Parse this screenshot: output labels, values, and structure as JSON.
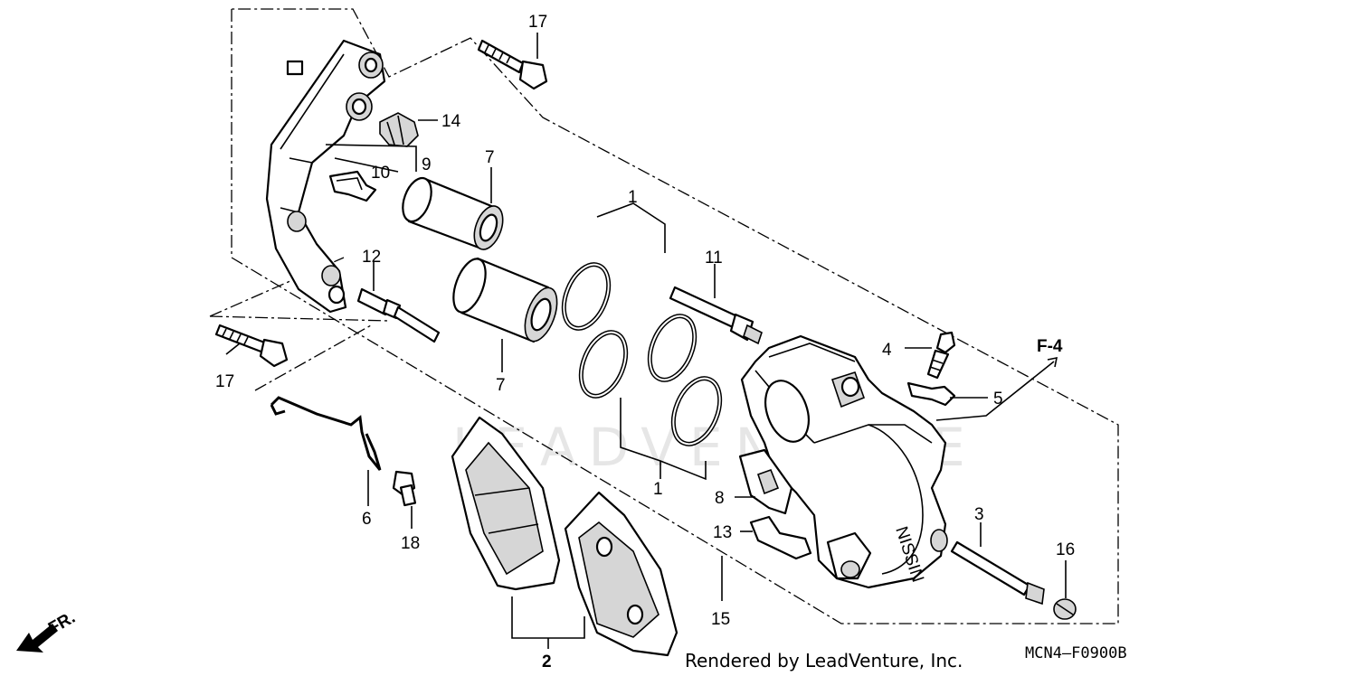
{
  "watermark": "LEADVENTURE",
  "callouts": {
    "c1a": "1",
    "c1b": "1",
    "c2": "2",
    "c3": "3",
    "c4": "4",
    "c5": "5",
    "c6": "6",
    "c7a": "7",
    "c7b": "7",
    "c8": "8",
    "c9": "9",
    "c10": "10",
    "c11": "11",
    "c12": "12",
    "c13": "13",
    "c14": "14",
    "c15": "15",
    "c16": "16",
    "c17a": "17",
    "c17b": "17",
    "c18": "18"
  },
  "ref_label": "F-4",
  "front_label": "FR.",
  "diagram_code": "MCN4—F0900B",
  "credit": "Rendered by LeadVenture, Inc.",
  "caliper_brand": "NISSIN"
}
